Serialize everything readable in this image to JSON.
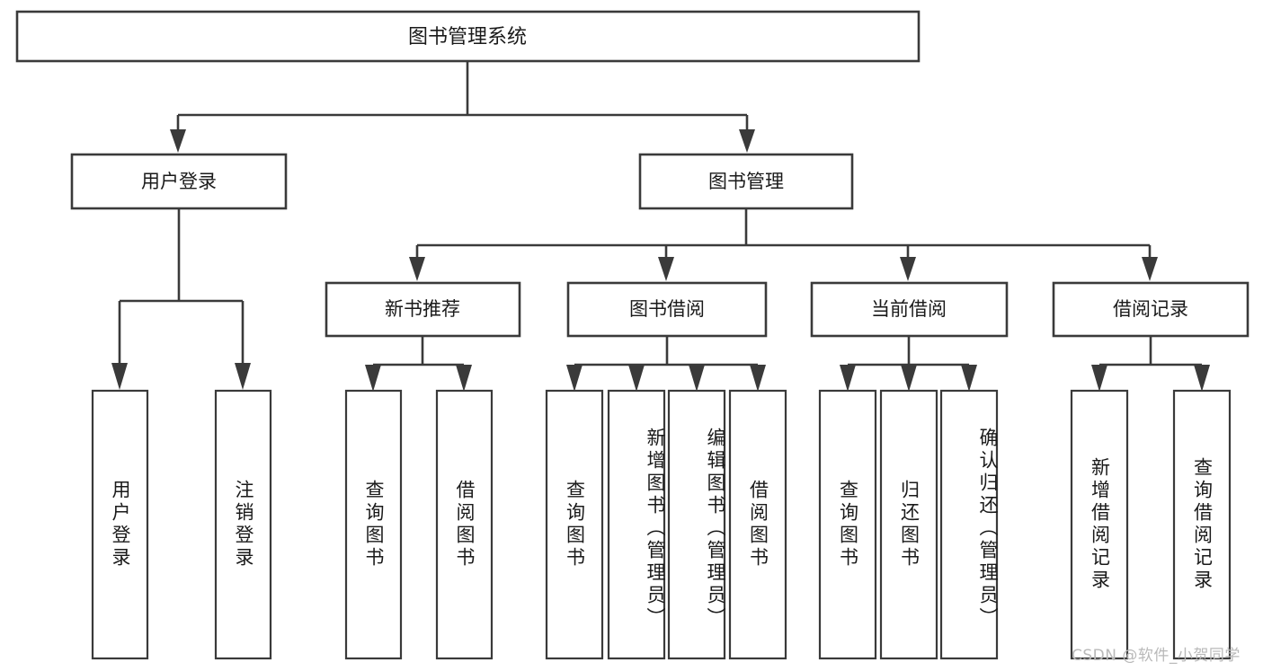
{
  "diagram": {
    "title": "图书管理系统",
    "watermark": "CSDN @软件_小贺同学",
    "colors": {
      "stroke": "#3a3a3a",
      "text": "#1a1a1a",
      "background": "#ffffff",
      "watermark": "#b9b9b9"
    },
    "root": {
      "label": "图书管理系统"
    },
    "level2": [
      {
        "label": "用户登录"
      },
      {
        "label": "图书管理"
      }
    ],
    "level3": [
      {
        "label": "新书推荐"
      },
      {
        "label": "图书借阅"
      },
      {
        "label": "当前借阅"
      },
      {
        "label": "借阅记录"
      }
    ],
    "leaves": {
      "user_login": [
        {
          "label": "用户登录"
        },
        {
          "label": "注销登录"
        }
      ],
      "new_book_recommend": [
        {
          "label": "查询图书"
        },
        {
          "label": "借阅图书"
        }
      ],
      "book_borrow": [
        {
          "label": "查询图书"
        },
        {
          "label": "新增图书（管理员）"
        },
        {
          "label": "编辑图书（管理员）"
        },
        {
          "label": "借阅图书"
        }
      ],
      "current_borrow": [
        {
          "label": "查询图书"
        },
        {
          "label": "归还图书"
        },
        {
          "label": "确认归还（管理员）"
        }
      ],
      "borrow_record": [
        {
          "label": "新增借阅记录"
        },
        {
          "label": "查询借阅记录"
        }
      ]
    }
  }
}
